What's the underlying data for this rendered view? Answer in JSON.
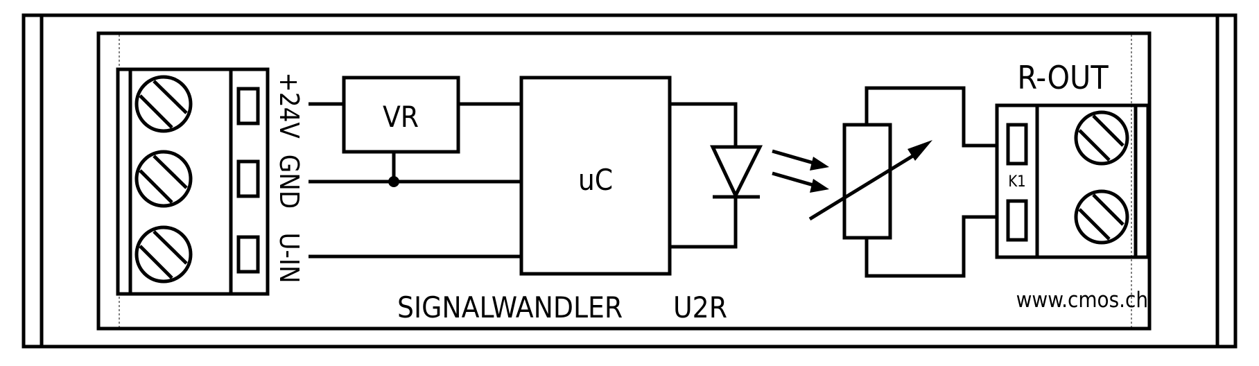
{
  "labels": {
    "pin_24v": "+24V",
    "pin_gnd": "GND",
    "pin_uin": "U-IN",
    "vr": "VR",
    "uc": "uC",
    "r_out": "R-OUT",
    "k1": "K1",
    "device_name": "SIGNALWANDLER",
    "device_model": "U2R",
    "website": "www.cmos.ch"
  },
  "colors": {
    "line": "#000000",
    "background": "#ffffff"
  }
}
